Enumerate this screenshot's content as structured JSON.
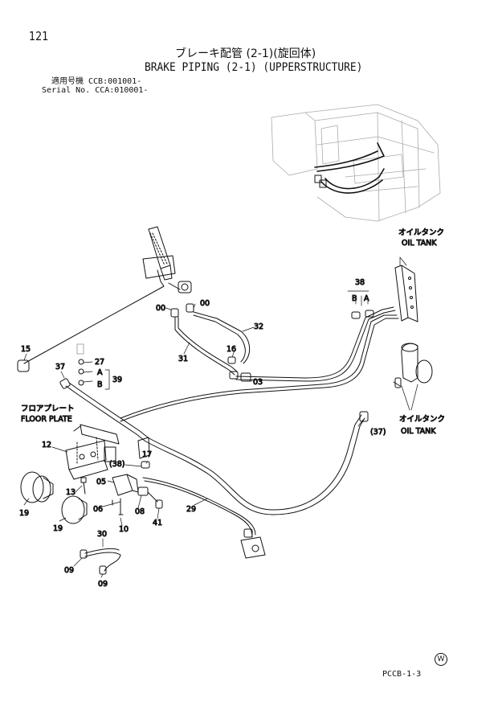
{
  "header": {
    "page_number": "121",
    "title_jp": "ブレーキ配管 (2-1)(旋回体)",
    "title_en": "BRAKE PIPING (2-1) (UPPERSTRUCTURE)",
    "serial_jp": "適用号機 CCB:001001-",
    "serial_en": "Serial No. CCA:010001-"
  },
  "callouts": {
    "oil_tank_top_jp": "オイルタンク",
    "oil_tank_top_en": "OIL TANK",
    "oil_tank_right_jp": "オイルタンク",
    "oil_tank_right_en": "OIL TANK",
    "floor_plate_jp": "フロアプレート",
    "floor_plate_en": "FLOOR PLATE"
  },
  "parts": {
    "p121_38": "38",
    "pB_top": "B",
    "pA_top": "A",
    "p00a": "00",
    "p00b": "00",
    "p32": "32",
    "p31": "31",
    "p16": "16",
    "p03": "03",
    "p15": "15",
    "p37": "37",
    "p27": "27",
    "pA": "A",
    "pB": "B",
    "p39": "39",
    "p12": "12",
    "p17": "17",
    "p38p": "(38)",
    "p05": "05",
    "p13": "13",
    "p06": "06",
    "p10": "10",
    "p08": "08",
    "p41": "41",
    "p29": "29",
    "p19a": "19",
    "p19b": "19",
    "p30": "30",
    "p09a": "09",
    "p09b": "09",
    "p37p": "(37)"
  },
  "footer": {
    "drawing_code": "PCCB-1-3",
    "mark": "W"
  }
}
